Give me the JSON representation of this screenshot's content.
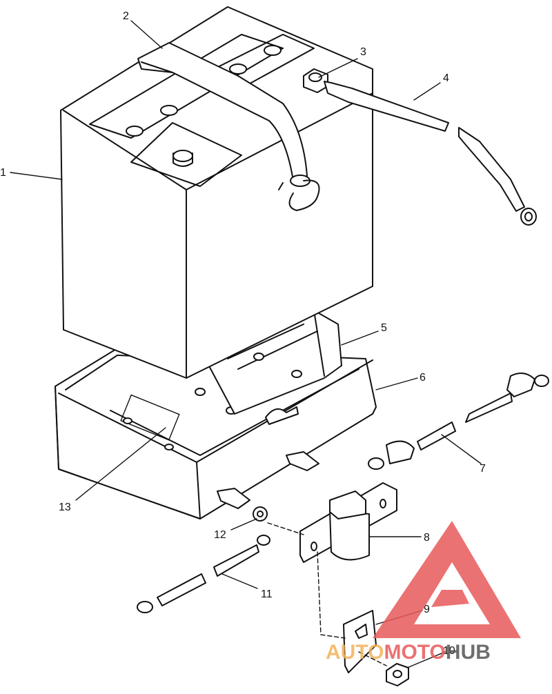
{
  "callouts": {
    "c1": "1",
    "c2": "2",
    "c3": "3",
    "c4": "4",
    "c5": "5",
    "c6": "6",
    "c7": "7",
    "c8": "8",
    "c9": "9",
    "c10": "10",
    "c11": "11",
    "c12": "12",
    "c13": "13"
  },
  "watermark": {
    "part1": "AUTO",
    "part2": "MOTO",
    "part3": "HUB",
    "color_primary": "#e85a5a",
    "color_secondary": "#f2b35c",
    "color_tertiary": "#555555"
  }
}
